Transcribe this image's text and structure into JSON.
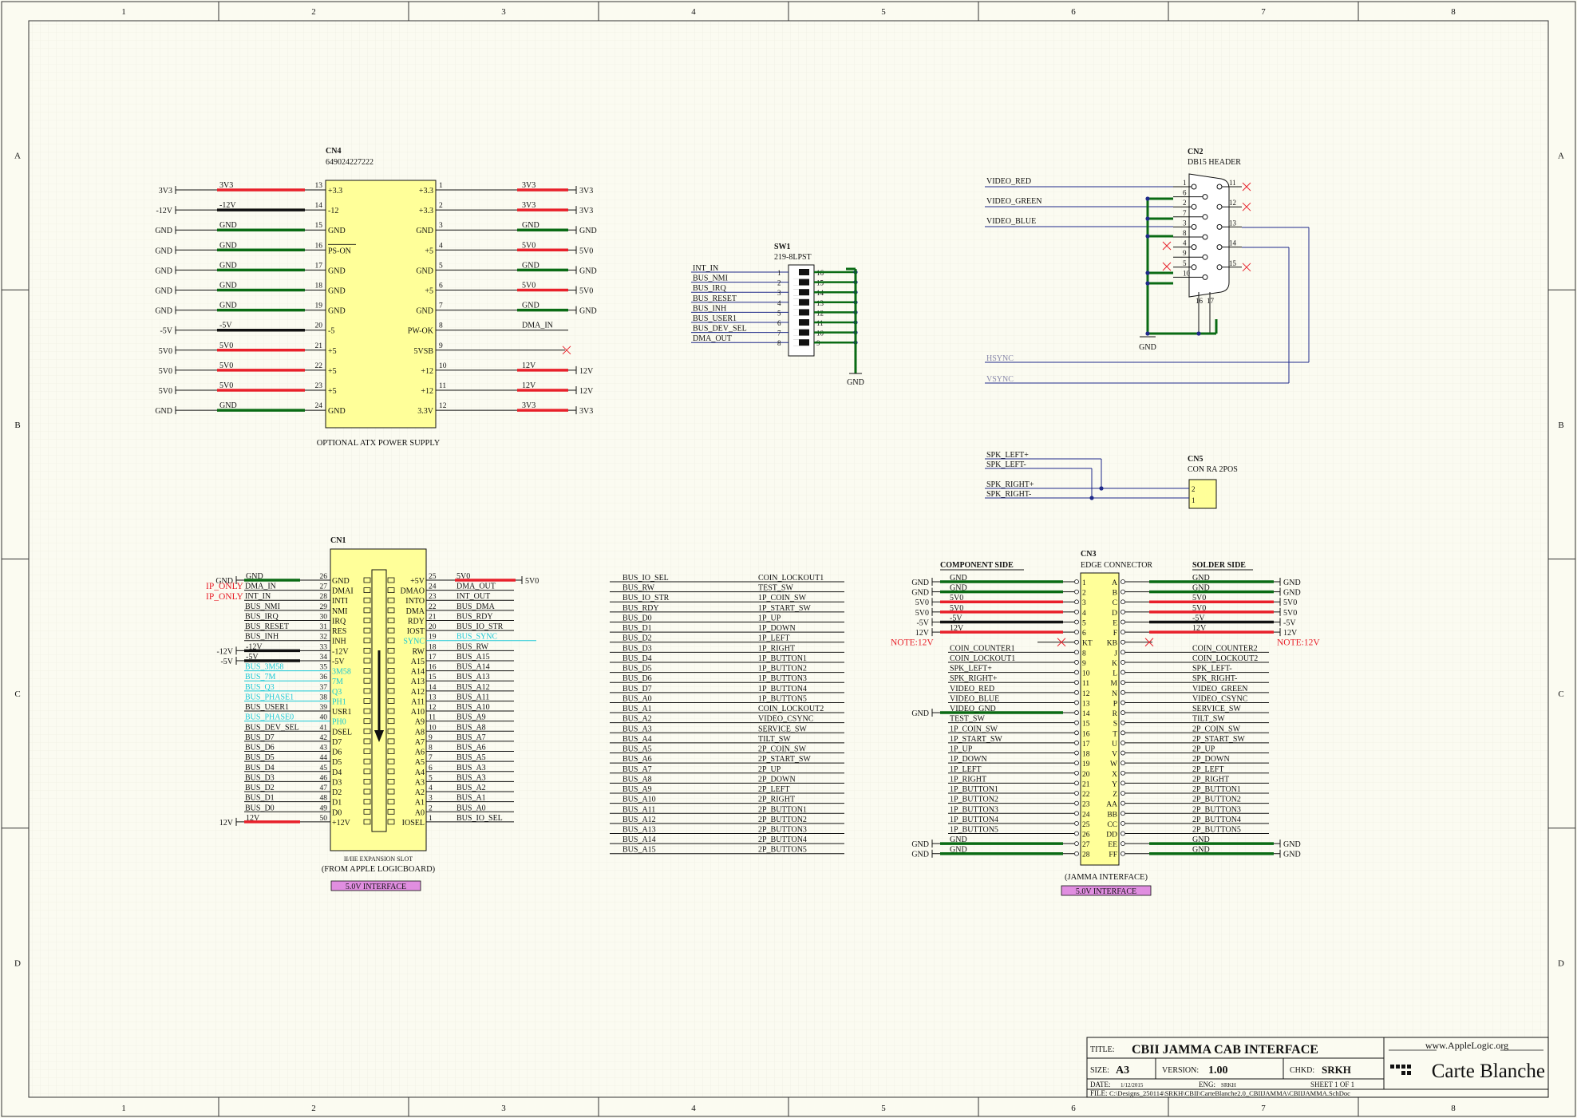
{
  "border": {
    "cols": [
      "1",
      "2",
      "3",
      "4",
      "5",
      "6",
      "7",
      "8"
    ],
    "rows": [
      "A",
      "B",
      "C",
      "D"
    ]
  },
  "colors": {
    "sheet": "#fbfbf1",
    "grid": "#e6e6da",
    "border": "#333333",
    "wire": "#1f2a8a",
    "body": "#ffff99",
    "power_pos": "#e8202a",
    "power_neg": "#111111",
    "ground": "#0a6b14",
    "cyan": "#19c8d6",
    "note": "#e8202a",
    "badge": "#e08ee0"
  },
  "cn4": {
    "ref": "CN4",
    "part": "649024227222",
    "caption": "OPTIONAL ATX POWER SUPPLY",
    "left": [
      {
        "ext": "3V3",
        "net": "3V3",
        "num": "13",
        "pin": "+3.3",
        "kind": "pos"
      },
      {
        "ext": "-12V",
        "net": "-12V",
        "num": "14",
        "pin": "-12",
        "kind": "neg"
      },
      {
        "ext": "GND",
        "net": "GND",
        "num": "15",
        "pin": "GND",
        "kind": "gnd"
      },
      {
        "ext": "GND",
        "net": "GND",
        "num": "16",
        "pin": "PS-ON",
        "kind": "gnd"
      },
      {
        "ext": "GND",
        "net": "GND",
        "num": "17",
        "pin": "GND",
        "kind": "gnd"
      },
      {
        "ext": "GND",
        "net": "GND",
        "num": "18",
        "pin": "GND",
        "kind": "gnd"
      },
      {
        "ext": "GND",
        "net": "GND",
        "num": "19",
        "pin": "GND",
        "kind": "gnd"
      },
      {
        "ext": "-5V",
        "net": "-5V",
        "num": "20",
        "pin": "-5",
        "kind": "neg"
      },
      {
        "ext": "5V0",
        "net": "5V0",
        "num": "21",
        "pin": "+5",
        "kind": "pos"
      },
      {
        "ext": "5V0",
        "net": "5V0",
        "num": "22",
        "pin": "+5",
        "kind": "pos"
      },
      {
        "ext": "5V0",
        "net": "5V0",
        "num": "23",
        "pin": "+5",
        "kind": "pos"
      },
      {
        "ext": "GND",
        "net": "GND",
        "num": "24",
        "pin": "GND",
        "kind": "gnd"
      }
    ],
    "right": [
      {
        "pin": "+3.3",
        "num": "1",
        "net": "3V3",
        "ext": "3V3",
        "kind": "pos"
      },
      {
        "pin": "+3.3",
        "num": "2",
        "net": "3V3",
        "ext": "3V3",
        "kind": "pos"
      },
      {
        "pin": "GND",
        "num": "3",
        "net": "GND",
        "ext": "GND",
        "kind": "gnd"
      },
      {
        "pin": "+5",
        "num": "4",
        "net": "5V0",
        "ext": "5V0",
        "kind": "pos"
      },
      {
        "pin": "GND",
        "num": "5",
        "net": "GND",
        "ext": "GND",
        "kind": "gnd"
      },
      {
        "pin": "+5",
        "num": "6",
        "net": "5V0",
        "ext": "5V0",
        "kind": "pos"
      },
      {
        "pin": "GND",
        "num": "7",
        "net": "GND",
        "ext": "GND",
        "kind": "gnd"
      },
      {
        "pin": "PW-OK",
        "num": "8",
        "net": "DMA_IN",
        "ext": "",
        "kind": "sig"
      },
      {
        "pin": "5VSB",
        "num": "9",
        "net": "",
        "ext": "",
        "kind": "nc"
      },
      {
        "pin": "+12",
        "num": "10",
        "net": "12V",
        "ext": "12V",
        "kind": "pos"
      },
      {
        "pin": "+12",
        "num": "11",
        "net": "12V",
        "ext": "12V",
        "kind": "pos"
      },
      {
        "pin": "3.3V",
        "num": "12",
        "net": "3V3",
        "ext": "3V3",
        "kind": "pos"
      }
    ]
  },
  "sw1": {
    "ref": "SW1",
    "part": "219-8LPST",
    "gnd": "GND",
    "rows": [
      {
        "net": "INT_IN",
        "l": "1",
        "r": "16"
      },
      {
        "net": "BUS_NMI",
        "l": "2",
        "r": "15"
      },
      {
        "net": "BUS_IRQ",
        "l": "3",
        "r": "14"
      },
      {
        "net": "BUS_RESET",
        "l": "4",
        "r": "13"
      },
      {
        "net": "BUS_INH",
        "l": "5",
        "r": "12"
      },
      {
        "net": "BUS_USER1",
        "l": "6",
        "r": "11"
      },
      {
        "net": "BUS_DEV_SEL",
        "l": "7",
        "r": "10"
      },
      {
        "net": "DMA_OUT",
        "l": "8",
        "r": "9"
      }
    ]
  },
  "cn2": {
    "ref": "CN2",
    "part": "DB15 HEADER",
    "gnd": "GND",
    "nets": [
      "VIDEO_RED",
      "VIDEO_GREEN",
      "VIDEO_BLUE"
    ],
    "sync": [
      "HSYNC",
      "VSYNC"
    ],
    "left_pins": [
      "1",
      "6",
      "2",
      "7",
      "3",
      "8",
      "4",
      "9",
      "5",
      "10"
    ],
    "right_pins": [
      "11",
      "12",
      "13",
      "14",
      "15"
    ],
    "bottom_pins": [
      "16",
      "17"
    ]
  },
  "cn5": {
    "ref": "CN5",
    "part": "CON RA 2POS",
    "nets": [
      "SPK_LEFT+",
      "SPK_LEFT-",
      "SPK_RIGHT+",
      "SPK_RIGHT-"
    ],
    "pins": [
      "2",
      "1"
    ]
  },
  "cn1": {
    "ref": "CN1",
    "caption1": "II/IIE EXPANSION SLOT",
    "caption2": "(FROM APPLE LOGICBOARD)",
    "badge": "5.0V INTERFACE",
    "ip_only": "IP_ONLY",
    "left": [
      {
        "num": "26",
        "pin": "GND",
        "net": "GND",
        "ext": "GND",
        "kind": "gnd"
      },
      {
        "num": "27",
        "pin": "DMAI",
        "net": "DMA_IN",
        "ext": "",
        "kind": "sig"
      },
      {
        "num": "28",
        "pin": "INTI",
        "net": "INT_IN",
        "ext": "",
        "kind": "sig"
      },
      {
        "num": "29",
        "pin": "NMI",
        "net": "BUS_NMI",
        "ext": "",
        "kind": "sig"
      },
      {
        "num": "30",
        "pin": "IRQ",
        "net": "BUS_IRQ",
        "ext": "",
        "kind": "sig"
      },
      {
        "num": "31",
        "pin": "RES",
        "net": "BUS_RESET",
        "ext": "",
        "kind": "sig"
      },
      {
        "num": "32",
        "pin": "INH",
        "net": "BUS_INH",
        "ext": "",
        "kind": "sig"
      },
      {
        "num": "33",
        "pin": "-12V",
        "net": "-12V",
        "ext": "-12V",
        "kind": "neg"
      },
      {
        "num": "34",
        "pin": "-5V",
        "net": "-5V",
        "ext": "-5V",
        "kind": "neg"
      },
      {
        "num": "35",
        "pin": "3M58",
        "net": "BUS_3M58",
        "ext": "",
        "kind": "cyan"
      },
      {
        "num": "36",
        "pin": "7M",
        "net": "BUS_7M",
        "ext": "",
        "kind": "cyan"
      },
      {
        "num": "37",
        "pin": "Q3",
        "net": "BUS_Q3",
        "ext": "",
        "kind": "cyan"
      },
      {
        "num": "38",
        "pin": "PH1",
        "net": "BUS_PHASE1",
        "ext": "",
        "kind": "cyan"
      },
      {
        "num": "39",
        "pin": "USR1",
        "net": "BUS_USER1",
        "ext": "",
        "kind": "sig"
      },
      {
        "num": "40",
        "pin": "PH0",
        "net": "BUS_PHASE0",
        "ext": "",
        "kind": "cyan"
      },
      {
        "num": "41",
        "pin": "DSEL",
        "net": "BUS_DEV_SEL",
        "ext": "",
        "kind": "sig"
      },
      {
        "num": "42",
        "pin": "D7",
        "net": "BUS_D7",
        "ext": "",
        "kind": "sig"
      },
      {
        "num": "43",
        "pin": "D6",
        "net": "BUS_D6",
        "ext": "",
        "kind": "sig"
      },
      {
        "num": "44",
        "pin": "D5",
        "net": "BUS_D5",
        "ext": "",
        "kind": "sig"
      },
      {
        "num": "45",
        "pin": "D4",
        "net": "BUS_D4",
        "ext": "",
        "kind": "sig"
      },
      {
        "num": "46",
        "pin": "D3",
        "net": "BUS_D3",
        "ext": "",
        "kind": "sig"
      },
      {
        "num": "47",
        "pin": "D2",
        "net": "BUS_D2",
        "ext": "",
        "kind": "sig"
      },
      {
        "num": "48",
        "pin": "D1",
        "net": "BUS_D1",
        "ext": "",
        "kind": "sig"
      },
      {
        "num": "49",
        "pin": "D0",
        "net": "BUS_D0",
        "ext": "",
        "kind": "sig"
      },
      {
        "num": "50",
        "pin": "+12V",
        "net": "12V",
        "ext": "12V",
        "kind": "pos"
      }
    ],
    "right": [
      {
        "num": "25",
        "pin": "+5V",
        "net": "5V0",
        "ext": "5V0",
        "kind": "pos"
      },
      {
        "num": "24",
        "pin": "DMAO",
        "net": "DMA_OUT",
        "ext": "",
        "kind": "sig"
      },
      {
        "num": "23",
        "pin": "INTO",
        "net": "INT_OUT",
        "ext": "",
        "kind": "sig"
      },
      {
        "num": "22",
        "pin": "DMA",
        "net": "BUS_DMA",
        "ext": "",
        "kind": "sig"
      },
      {
        "num": "21",
        "pin": "RDY",
        "net": "BUS_RDY",
        "ext": "",
        "kind": "sig"
      },
      {
        "num": "20",
        "pin": "IOST",
        "net": "BUS_IO_STR",
        "ext": "",
        "kind": "sig"
      },
      {
        "num": "19",
        "pin": "SYNC",
        "net": "BUS_SYNC",
        "ext": "",
        "kind": "cyan"
      },
      {
        "num": "18",
        "pin": "RW",
        "net": "BUS_RW",
        "ext": "",
        "kind": "sig"
      },
      {
        "num": "17",
        "pin": "A15",
        "net": "BUS_A15",
        "ext": "",
        "kind": "sig"
      },
      {
        "num": "16",
        "pin": "A14",
        "net": "BUS_A14",
        "ext": "",
        "kind": "sig"
      },
      {
        "num": "15",
        "pin": "A13",
        "net": "BUS_A13",
        "ext": "",
        "kind": "sig"
      },
      {
        "num": "14",
        "pin": "A12",
        "net": "BUS_A12",
        "ext": "",
        "kind": "sig"
      },
      {
        "num": "13",
        "pin": "A11",
        "net": "BUS_A11",
        "ext": "",
        "kind": "sig"
      },
      {
        "num": "12",
        "pin": "A10",
        "net": "BUS_A10",
        "ext": "",
        "kind": "sig"
      },
      {
        "num": "11",
        "pin": "A9",
        "net": "BUS_A9",
        "ext": "",
        "kind": "sig"
      },
      {
        "num": "10",
        "pin": "A8",
        "net": "BUS_A8",
        "ext": "",
        "kind": "sig"
      },
      {
        "num": "9",
        "pin": "A7",
        "net": "BUS_A7",
        "ext": "",
        "kind": "sig"
      },
      {
        "num": "8",
        "pin": "A6",
        "net": "BUS_A6",
        "ext": "",
        "kind": "sig"
      },
      {
        "num": "7",
        "pin": "A5",
        "net": "BUS_A5",
        "ext": "",
        "kind": "sig"
      },
      {
        "num": "6",
        "pin": "A4",
        "net": "BUS_A3",
        "ext": "",
        "kind": "sig"
      },
      {
        "num": "5",
        "pin": "A3",
        "net": "BUS_A3",
        "ext": "",
        "kind": "sig"
      },
      {
        "num": "4",
        "pin": "A2",
        "net": "BUS_A2",
        "ext": "",
        "kind": "sig"
      },
      {
        "num": "3",
        "pin": "A1",
        "net": "BUS_A1",
        "ext": "",
        "kind": "sig"
      },
      {
        "num": "2",
        "pin": "A0",
        "net": "BUS_A0",
        "ext": "",
        "kind": "sig"
      },
      {
        "num": "1",
        "pin": "IOSEL",
        "net": "BUS_IO_SEL",
        "ext": "",
        "kind": "sig"
      }
    ]
  },
  "netmap": {
    "rows": [
      {
        "a": "BUS_IO_SEL",
        "b": "COIN_LOCKOUT1"
      },
      {
        "a": "BUS_RW",
        "b": "TEST_SW"
      },
      {
        "a": "BUS_IO_STR",
        "b": "1P_COIN_SW"
      },
      {
        "a": "BUS_RDY",
        "b": "1P_START_SW"
      },
      {
        "a": "BUS_D0",
        "b": "1P_UP"
      },
      {
        "a": "BUS_D1",
        "b": "1P_DOWN"
      },
      {
        "a": "BUS_D2",
        "b": "1P_LEFT"
      },
      {
        "a": "BUS_D3",
        "b": "1P_RIGHT"
      },
      {
        "a": "BUS_D4",
        "b": "1P_BUTTON1"
      },
      {
        "a": "BUS_D5",
        "b": "1P_BUTTON2"
      },
      {
        "a": "BUS_D6",
        "b": "1P_BUTTON3"
      },
      {
        "a": "BUS_D7",
        "b": "1P_BUTTON4"
      },
      {
        "a": "BUS_A0",
        "b": "1P_BUTTON5"
      },
      {
        "a": "BUS_A1",
        "b": "COIN_LOCKOUT2"
      },
      {
        "a": "BUS_A2",
        "b": "VIDEO_CSYNC"
      },
      {
        "a": "BUS_A3",
        "b": "SERVICE_SW"
      },
      {
        "a": "BUS_A4",
        "b": "TILT_SW"
      },
      {
        "a": "BUS_A5",
        "b": "2P_COIN_SW"
      },
      {
        "a": "BUS_A6",
        "b": "2P_START_SW"
      },
      {
        "a": "BUS_A7",
        "b": "2P_UP"
      },
      {
        "a": "BUS_A8",
        "b": "2P_DOWN"
      },
      {
        "a": "BUS_A9",
        "b": "2P_LEFT"
      },
      {
        "a": "BUS_A10",
        "b": "2P_RIGHT"
      },
      {
        "a": "BUS_A11",
        "b": "2P_BUTTON1"
      },
      {
        "a": "BUS_A12",
        "b": "2P_BUTTON2"
      },
      {
        "a": "BUS_A13",
        "b": "2P_BUTTON3"
      },
      {
        "a": "BUS_A14",
        "b": "2P_BUTTON4"
      },
      {
        "a": "BUS_A15",
        "b": "2P_BUTTON5"
      }
    ]
  },
  "cn3": {
    "ref": "CN3",
    "part": "EDGE CONNECTOR",
    "component_side": "COMPONENT SIDE",
    "solder_side": "SOLDER SIDE",
    "caption": "(JAMMA INTERFACE)",
    "badge": "5.0V INTERFACE",
    "note": "NOTE:12V",
    "rows": [
      {
        "ln": "GND",
        "lnum": "1",
        "rp": "A",
        "rn": "GND",
        "lext": "GND",
        "rext": "GND",
        "kind": "gnd"
      },
      {
        "ln": "GND",
        "lnum": "2",
        "rp": "B",
        "rn": "GND",
        "lext": "GND",
        "rext": "GND",
        "kind": "gnd"
      },
      {
        "ln": "5V0",
        "lnum": "3",
        "rp": "C",
        "rn": "5V0",
        "lext": "5V0",
        "rext": "5V0",
        "kind": "pos"
      },
      {
        "ln": "5V0",
        "lnum": "4",
        "rp": "D",
        "rn": "5V0",
        "lext": "5V0",
        "rext": "5V0",
        "kind": "pos"
      },
      {
        "ln": "-5V",
        "lnum": "5",
        "rp": "E",
        "rn": "-5V",
        "lext": "-5V",
        "rext": "-5V",
        "kind": "neg"
      },
      {
        "ln": "12V",
        "lnum": "6",
        "rp": "F",
        "rn": "12V",
        "lext": "12V",
        "rext": "12V",
        "kind": "pos"
      },
      {
        "ln": "",
        "lnum": "KT",
        "rp": "KB",
        "rn": "",
        "lext": "",
        "rext": "",
        "kind": "key"
      },
      {
        "ln": "COIN_COUNTER1",
        "lnum": "8",
        "rp": "J",
        "rn": "COIN_COUNTER2",
        "lext": "",
        "rext": "",
        "kind": "sig"
      },
      {
        "ln": "COIN_LOCKOUT1",
        "lnum": "9",
        "rp": "K",
        "rn": "COIN_LOCKOUT2",
        "lext": "",
        "rext": "",
        "kind": "sig"
      },
      {
        "ln": "SPK_LEFT+",
        "lnum": "10",
        "rp": "L",
        "rn": "SPK_LEFT-",
        "lext": "",
        "rext": "",
        "kind": "sig"
      },
      {
        "ln": "SPK_RIGHT+",
        "lnum": "11",
        "rp": "M",
        "rn": "SPK_RIGHT-",
        "lext": "",
        "rext": "",
        "kind": "sig"
      },
      {
        "ln": "VIDEO_RED",
        "lnum": "12",
        "rp": "N",
        "rn": "VIDEO_GREEN",
        "lext": "",
        "rext": "",
        "kind": "sig"
      },
      {
        "ln": "VIDEO_BLUE",
        "lnum": "13",
        "rp": "P",
        "rn": "VIDEO_CSYNC",
        "lext": "",
        "rext": "",
        "kind": "sig"
      },
      {
        "ln": "VIDEO_GND",
        "lnum": "14",
        "rp": "R",
        "rn": "SERVICE_SW",
        "lext": "GND",
        "rext": "",
        "kind": "lgnd"
      },
      {
        "ln": "TEST_SW",
        "lnum": "15",
        "rp": "S",
        "rn": "TILT_SW",
        "lext": "",
        "rext": "",
        "kind": "sig"
      },
      {
        "ln": "1P_COIN_SW",
        "lnum": "16",
        "rp": "T",
        "rn": "2P_COIN_SW",
        "lext": "",
        "rext": "",
        "kind": "sig"
      },
      {
        "ln": "1P_START_SW",
        "lnum": "17",
        "rp": "U",
        "rn": "2P_START_SW",
        "lext": "",
        "rext": "",
        "kind": "sig"
      },
      {
        "ln": "1P_UP",
        "lnum": "18",
        "rp": "V",
        "rn": "2P_UP",
        "lext": "",
        "rext": "",
        "kind": "sig"
      },
      {
        "ln": "1P_DOWN",
        "lnum": "19",
        "rp": "W",
        "rn": "2P_DOWN",
        "lext": "",
        "rext": "",
        "kind": "sig"
      },
      {
        "ln": "1P_LEFT",
        "lnum": "20",
        "rp": "X",
        "rn": "2P_LEFT",
        "lext": "",
        "rext": "",
        "kind": "sig"
      },
      {
        "ln": "1P_RIGHT",
        "lnum": "21",
        "rp": "Y",
        "rn": "2P_RIGHT",
        "lext": "",
        "rext": "",
        "kind": "sig"
      },
      {
        "ln": "1P_BUTTON1",
        "lnum": "22",
        "rp": "Z",
        "rn": "2P_BUTTON1",
        "lext": "",
        "rext": "",
        "kind": "sig"
      },
      {
        "ln": "1P_BUTTON2",
        "lnum": "23",
        "rp": "AA",
        "rn": "2P_BUTTON2",
        "lext": "",
        "rext": "",
        "kind": "sig"
      },
      {
        "ln": "1P_BUTTON3",
        "lnum": "24",
        "rp": "BB",
        "rn": "2P_BUTTON3",
        "lext": "",
        "rext": "",
        "kind": "sig"
      },
      {
        "ln": "1P_BUTTON4",
        "lnum": "25",
        "rp": "CC",
        "rn": "2P_BUTTON4",
        "lext": "",
        "rext": "",
        "kind": "sig"
      },
      {
        "ln": "1P_BUTTON5",
        "lnum": "26",
        "rp": "DD",
        "rn": "2P_BUTTON5",
        "lext": "",
        "rext": "",
        "kind": "sig"
      },
      {
        "ln": "GND",
        "lnum": "27",
        "rp": "EE",
        "rn": "GND",
        "lext": "GND",
        "rext": "GND",
        "kind": "gnd"
      },
      {
        "ln": "GND",
        "lnum": "28",
        "rp": "FF",
        "rn": "GND",
        "lext": "GND",
        "rext": "GND",
        "kind": "gnd"
      }
    ]
  },
  "title_block": {
    "title_label": "TITLE:",
    "title": "CBII JAMMA CAB INTERFACE",
    "size_label": "SIZE:",
    "size": "A3",
    "version_label": "VERSION:",
    "version": "1.00",
    "chkd_label": "CHKD:",
    "chkd": "SRKH",
    "date_label": "DATE:",
    "date": "1/12/2015",
    "eng_label": "ENG:",
    "eng": "SRKH",
    "sheet": "SHEET 1 OF 1",
    "file_label": "FILE:",
    "file": "C:\\Designs_250114\\SRKH\\CBII\\CarteBlanche2.0_CBIIJAMMA\\CBIIJAMMA.SchDoc",
    "logo_top": "www.AppleLogic.org",
    "logo_main": "Carte Blanche"
  }
}
